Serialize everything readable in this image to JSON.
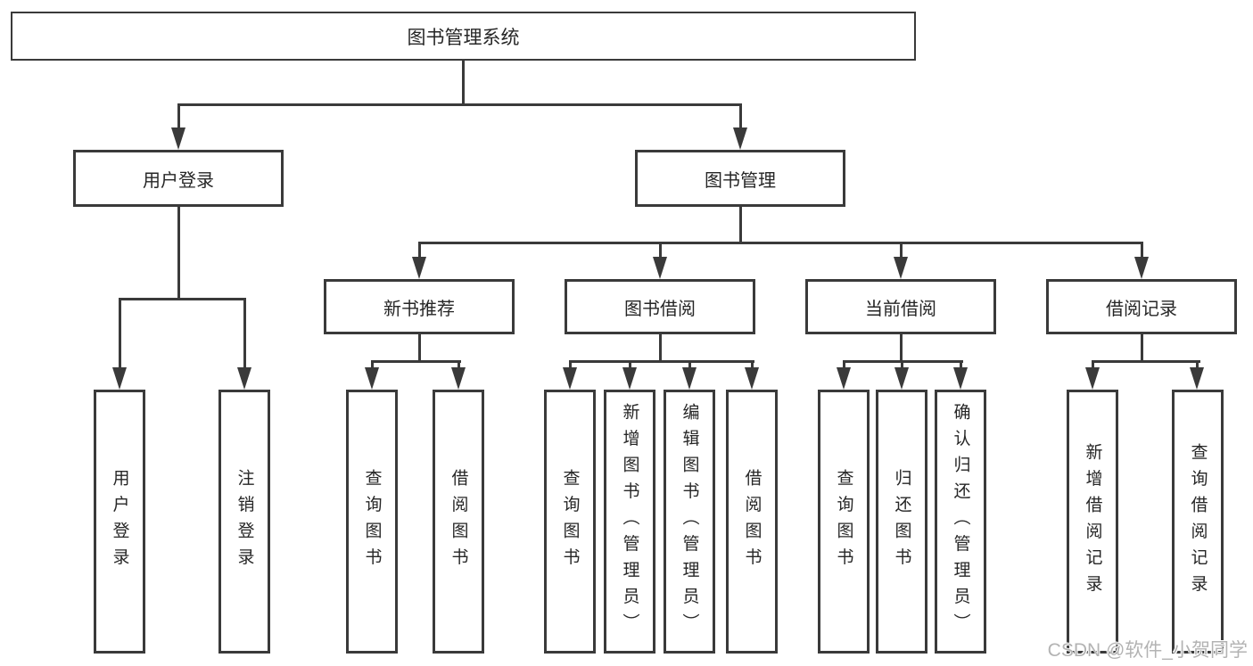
{
  "diagram": {
    "root": "图书管理系统",
    "level2": [
      {
        "label": "用户登录",
        "leaves": [
          "用户登录",
          "注销登录"
        ]
      },
      {
        "label": "图书管理",
        "groups": [
          {
            "label": "新书推荐",
            "leaves": [
              "查询图书",
              "借阅图书"
            ]
          },
          {
            "label": "图书借阅",
            "leaves": [
              "查询图书",
              "新增图书（管理员）",
              "编辑图书（管理员）",
              "借阅图书"
            ]
          },
          {
            "label": "当前借阅",
            "leaves": [
              "查询图书",
              "归还图书",
              "确认归还（管理员）"
            ]
          },
          {
            "label": "借阅记录",
            "leaves": [
              "新增借阅记录",
              "查询借阅记录"
            ]
          }
        ]
      }
    ]
  },
  "watermark": {
    "text": "CSDN @软件_小贺同学",
    "color": "#b3b3b3"
  },
  "colors": {
    "line": "#3a3a3a",
    "text": "#262626",
    "background": "#ffffff"
  }
}
